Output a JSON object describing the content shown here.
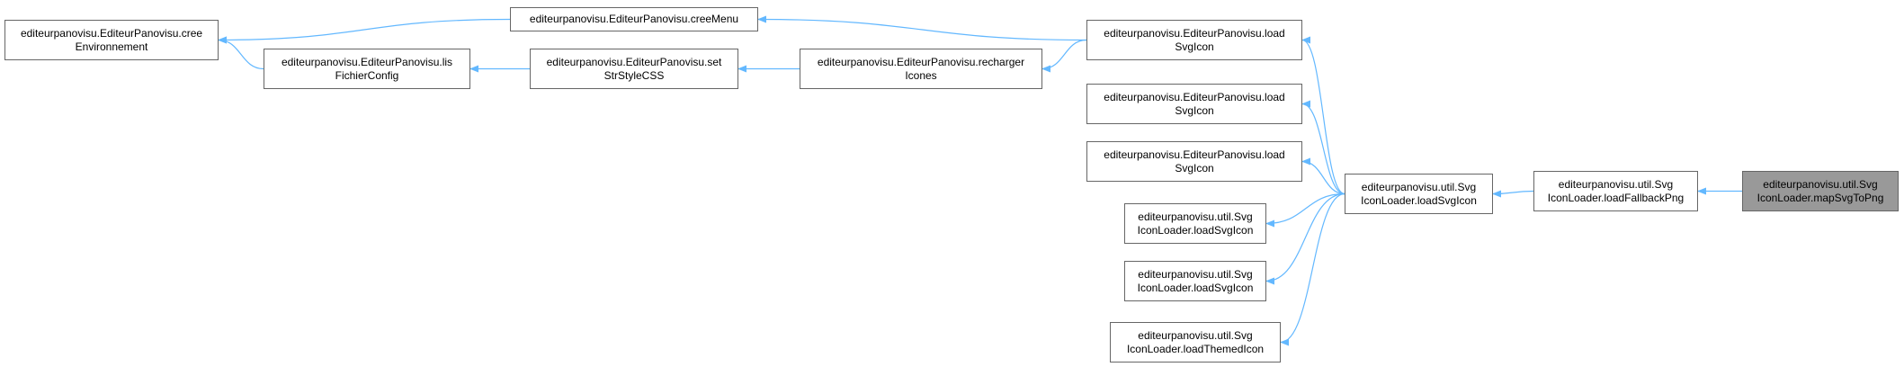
{
  "colors": {
    "edge": "#63B8FF",
    "node_border": "#666666",
    "node_fill": "#FFFFFF",
    "current_fill": "#999999"
  },
  "nodes": [
    {
      "id": "cree",
      "lines": [
        "editeurpanovisu.EditeurPanovisu.cree",
        "Environnement"
      ]
    },
    {
      "id": "creeMenu",
      "lines": [
        "editeurpanovisu.EditeurPanovisu.creeMenu"
      ]
    },
    {
      "id": "lisFichier",
      "lines": [
        "editeurpanovisu.EditeurPanovisu.lis",
        "FichierConfig"
      ]
    },
    {
      "id": "setStr",
      "lines": [
        "editeurpanovisu.EditeurPanovisu.set",
        "StrStyleCSS"
      ]
    },
    {
      "id": "recharger",
      "lines": [
        "editeurpanovisu.EditeurPanovisu.recharger",
        "Icones"
      ]
    },
    {
      "id": "loadSvg1",
      "lines": [
        "editeurpanovisu.EditeurPanovisu.load",
        "SvgIcon"
      ]
    },
    {
      "id": "loadSvg2",
      "lines": [
        "editeurpanovisu.EditeurPanovisu.load",
        "SvgIcon"
      ]
    },
    {
      "id": "loadSvg3",
      "lines": [
        "editeurpanovisu.EditeurPanovisu.load",
        "SvgIcon"
      ]
    },
    {
      "id": "utilLoad1",
      "lines": [
        "editeurpanovisu.util.Svg",
        "IconLoader.loadSvgIcon"
      ]
    },
    {
      "id": "utilLoad2",
      "lines": [
        "editeurpanovisu.util.Svg",
        "IconLoader.loadSvgIcon"
      ]
    },
    {
      "id": "utilThemed",
      "lines": [
        "editeurpanovisu.util.Svg",
        "IconLoader.loadThemedIcon"
      ]
    },
    {
      "id": "utilMain",
      "lines": [
        "editeurpanovisu.util.Svg",
        "IconLoader.loadSvgIcon"
      ]
    },
    {
      "id": "fallback",
      "lines": [
        "editeurpanovisu.util.Svg",
        "IconLoader.loadFallbackPng"
      ]
    },
    {
      "id": "mapSvg",
      "lines": [
        "editeurpanovisu.util.Svg",
        "IconLoader.mapSvgToPng"
      ],
      "current": true
    }
  ],
  "edges": [
    {
      "from": "creeMenu",
      "to": "cree"
    },
    {
      "from": "lisFichier",
      "to": "cree"
    },
    {
      "from": "setStr",
      "to": "lisFichier"
    },
    {
      "from": "recharger",
      "to": "setStr"
    },
    {
      "from": "loadSvg1",
      "to": "creeMenu"
    },
    {
      "from": "loadSvg1",
      "to": "recharger"
    },
    {
      "from": "utilMain",
      "to": "loadSvg1"
    },
    {
      "from": "utilMain",
      "to": "loadSvg2"
    },
    {
      "from": "utilMain",
      "to": "loadSvg3"
    },
    {
      "from": "utilMain",
      "to": "utilLoad1"
    },
    {
      "from": "utilMain",
      "to": "utilLoad2"
    },
    {
      "from": "utilMain",
      "to": "utilThemed"
    },
    {
      "from": "fallback",
      "to": "utilMain"
    },
    {
      "from": "mapSvg",
      "to": "fallback"
    }
  ]
}
